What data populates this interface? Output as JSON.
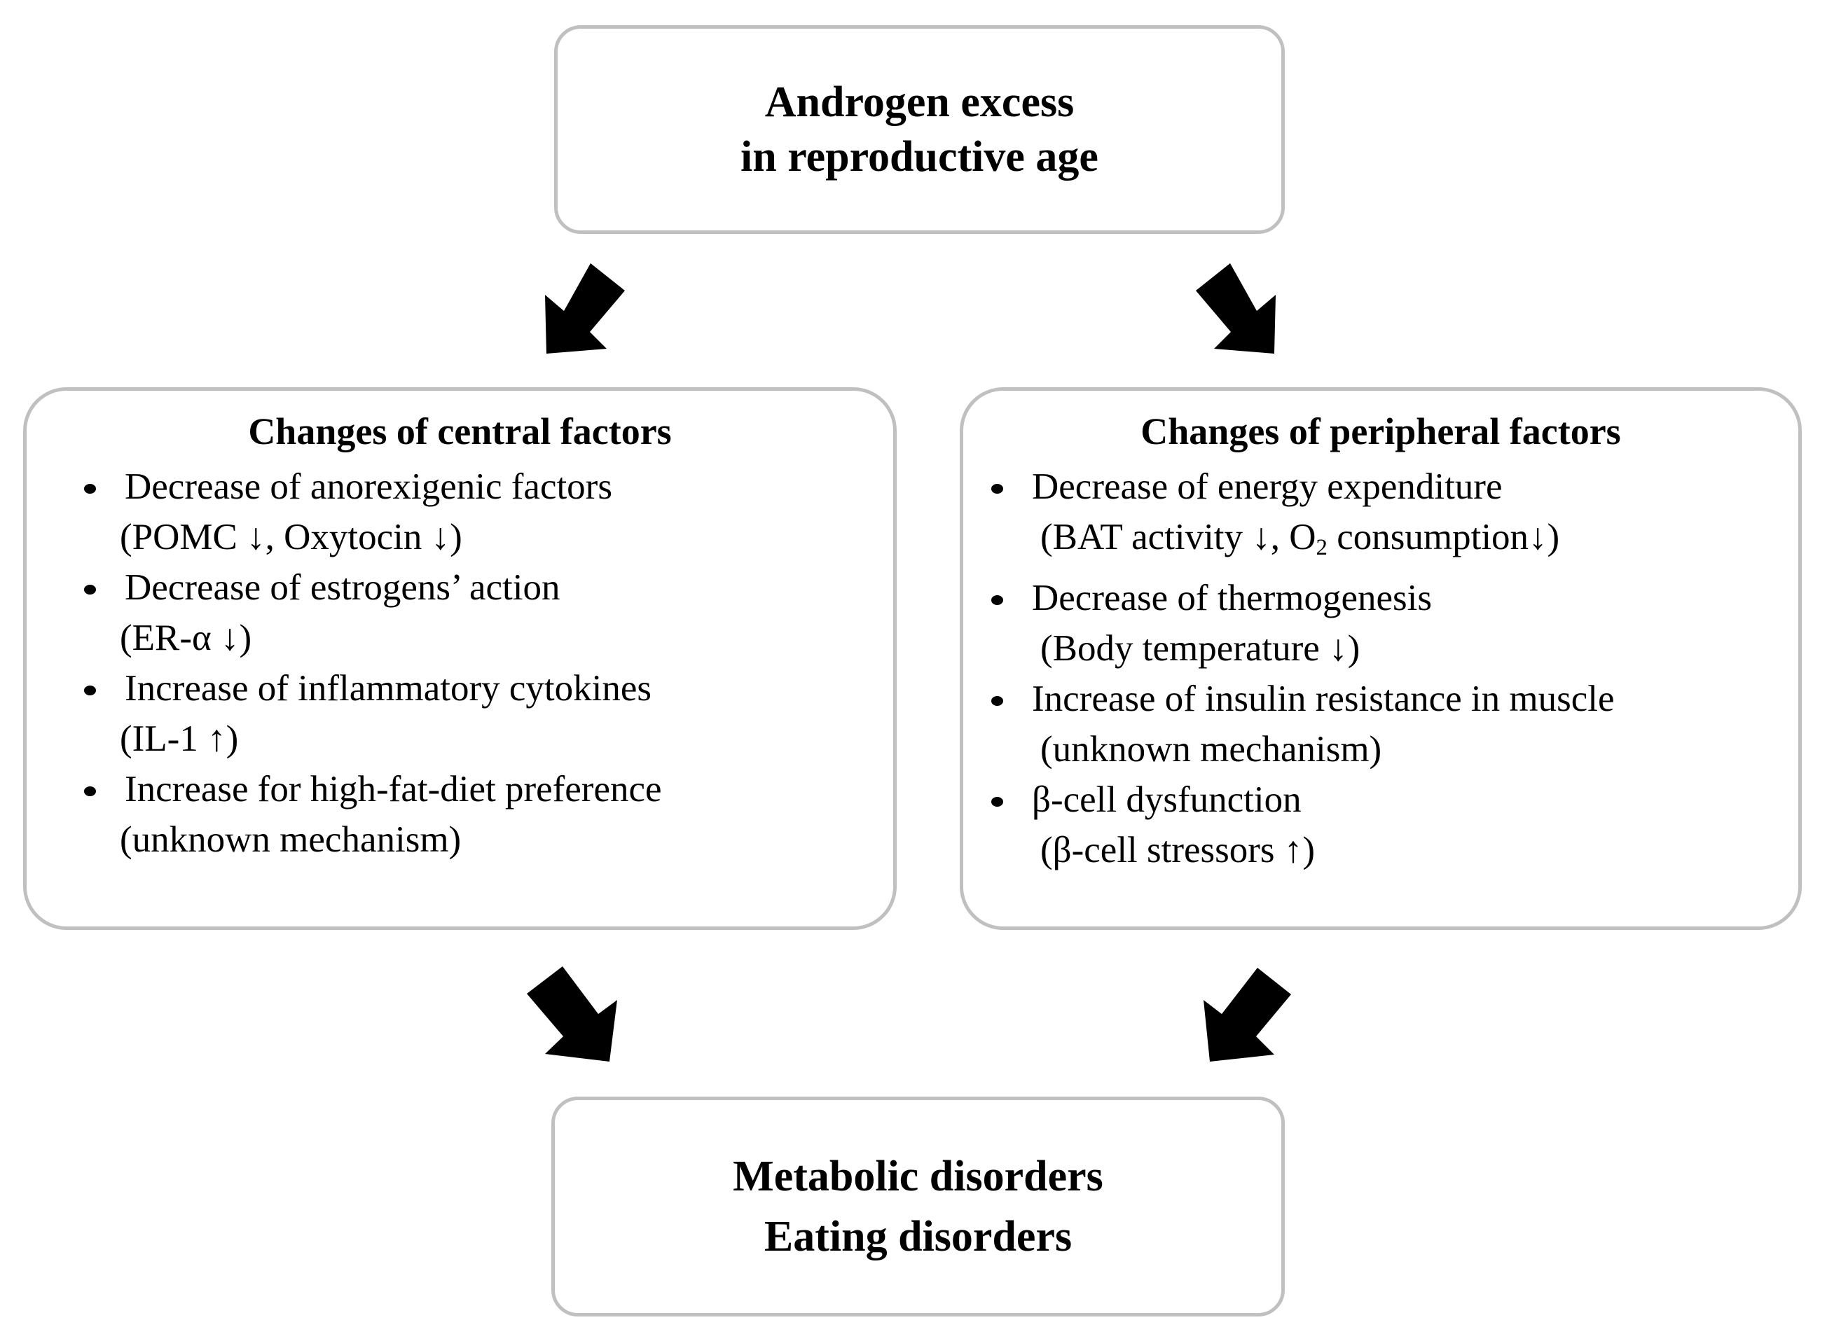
{
  "diagram": {
    "top_box": {
      "lines": [
        "Androgen excess",
        "in reproductive age"
      ]
    },
    "left_panel": {
      "title": "Changes of central factors",
      "items": [
        {
          "main": "Decrease of anorexigenic factors",
          "sub": "(POMC ↓, Oxytocin ↓)"
        },
        {
          "main": "Decrease of estrogens’ action",
          "sub": "(ER-α ↓)"
        },
        {
          "main": "Increase of inflammatory cytokines",
          "sub": "(IL-1 ↑)"
        },
        {
          "main": "Increase for high-fat-diet preference",
          "sub": "(unknown mechanism)"
        }
      ]
    },
    "right_panel": {
      "title": "Changes of peripheral factors",
      "items": [
        {
          "main": "Decrease of energy expenditure",
          "sub_pre": "(BAT activity ↓, O",
          "sub_sub": "2",
          "sub_post": " consumption↓)"
        },
        {
          "main": "Decrease of thermogenesis",
          "sub": "(Body temperature ↓)"
        },
        {
          "main": "Increase of insulin resistance in muscle",
          "sub": "(unknown mechanism)"
        },
        {
          "main": "β-cell dysfunction",
          "sub": "(β-cell stressors ↑)"
        }
      ]
    },
    "bottom_box": {
      "lines": [
        "Metabolic disorders",
        "Eating disorders"
      ]
    },
    "arrows": [
      {
        "name": "arrow-top-left",
        "direction": "down-left"
      },
      {
        "name": "arrow-top-right",
        "direction": "down-right"
      },
      {
        "name": "arrow-bottom-left",
        "direction": "down-right"
      },
      {
        "name": "arrow-bottom-right",
        "direction": "down-left"
      }
    ],
    "colors": {
      "box_border": "#c0c0c0",
      "text": "#000000",
      "arrow_fill": "#000000",
      "background": "#ffffff"
    }
  }
}
